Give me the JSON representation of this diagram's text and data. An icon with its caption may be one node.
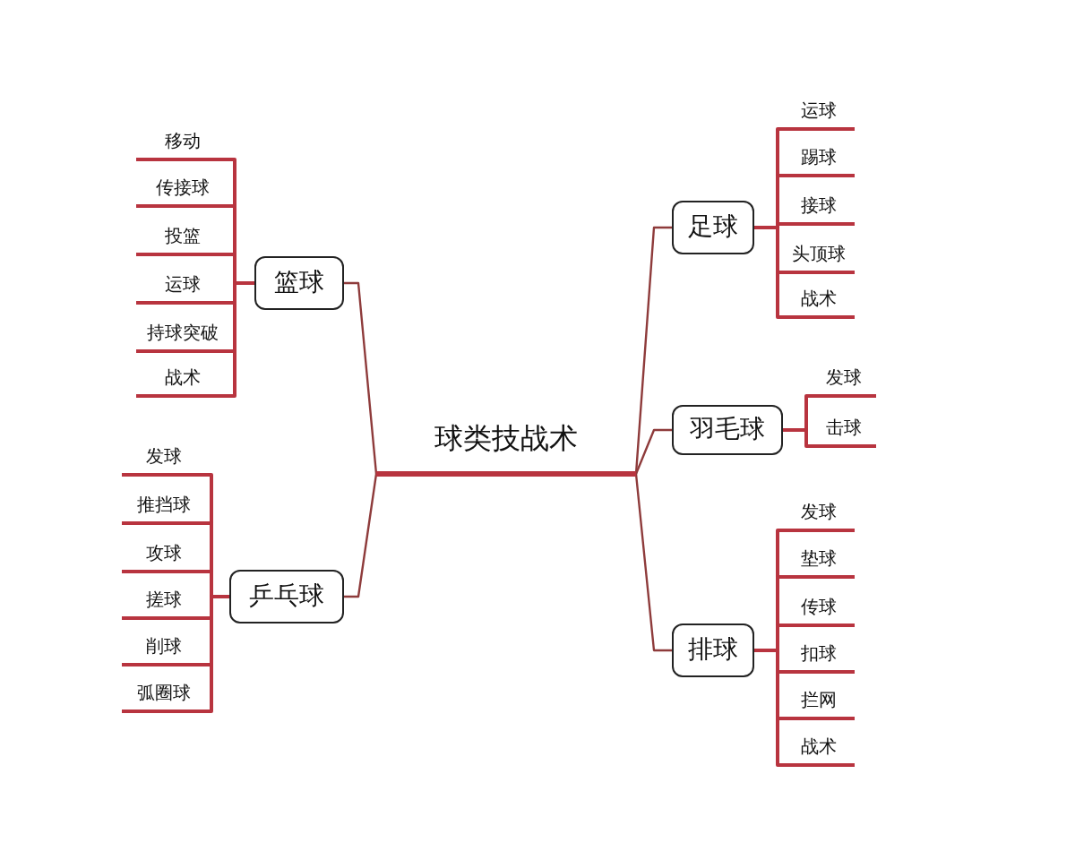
{
  "diagram": {
    "nodes": [
      {
        "text": [
          "球类技战术"
        ]
      },
      {
        "text": [
          "篮球"
        ]
      },
      {
        "text": [
          "移动"
        ]
      },
      {
        "text": [
          "传接球"
        ]
      },
      {
        "text": [
          "投篮"
        ]
      },
      {
        "text": [
          "运球"
        ]
      },
      {
        "text": [
          "持球突破"
        ]
      },
      {
        "text": [
          "战术"
        ]
      },
      {
        "text": [
          "乒乓球"
        ]
      },
      {
        "text": [
          "发球"
        ]
      },
      {
        "text": [
          "推挡球"
        ]
      },
      {
        "text": [
          "攻球"
        ]
      },
      {
        "text": [
          "搓球"
        ]
      },
      {
        "text": [
          "削球"
        ]
      },
      {
        "text": [
          "弧圈球"
        ]
      },
      {
        "text": [
          "足球"
        ]
      },
      {
        "text": [
          "运球"
        ]
      },
      {
        "text": [
          "踢球"
        ]
      },
      {
        "text": [
          "接球"
        ]
      },
      {
        "text": [
          "头顶球"
        ]
      },
      {
        "text": [
          "战术"
        ]
      },
      {
        "text": [
          "羽毛球"
        ]
      },
      {
        "text": [
          "发球"
        ]
      },
      {
        "text": [
          "击球"
        ]
      },
      {
        "text": [
          "排球"
        ]
      },
      {
        "text": [
          "发球"
        ]
      },
      {
        "text": [
          "垫球"
        ]
      },
      {
        "text": [
          "传球"
        ]
      },
      {
        "text": [
          "扣球"
        ]
      },
      {
        "text": [
          "拦网"
        ]
      },
      {
        "text": [
          "战术"
        ]
      }
    ],
    "edges": [
      {
        "from": 0,
        "to": 1,
        "arrow": "none",
        "color": "#8e3b3b"
      },
      {
        "from": 0,
        "to": 8,
        "arrow": "none",
        "color": "#8e3b3b"
      },
      {
        "from": 0,
        "to": 15,
        "arrow": "none",
        "color": "#8e3b3b"
      },
      {
        "from": 0,
        "to": 21,
        "arrow": "none",
        "color": "#8e3b3b"
      },
      {
        "from": 0,
        "to": 24,
        "arrow": "none",
        "color": "#8e3b3b"
      },
      {
        "from": 1,
        "to": 2,
        "arrow": "none"
      },
      {
        "from": 1,
        "to": 3,
        "arrow": "none"
      },
      {
        "from": 1,
        "to": 4,
        "arrow": "none"
      },
      {
        "from": 1,
        "to": 5,
        "arrow": "none"
      },
      {
        "from": 1,
        "to": 6,
        "arrow": "none"
      },
      {
        "from": 1,
        "to": 7,
        "arrow": "none"
      },
      {
        "from": 8,
        "to": 9,
        "arrow": "none"
      },
      {
        "from": 8,
        "to": 10,
        "arrow": "none"
      },
      {
        "from": 8,
        "to": 11,
        "arrow": "none"
      },
      {
        "from": 8,
        "to": 12,
        "arrow": "none"
      },
      {
        "from": 8,
        "to": 13,
        "arrow": "none"
      },
      {
        "from": 8,
        "to": 14,
        "arrow": "none"
      },
      {
        "from": 15,
        "to": 16,
        "arrow": "none"
      },
      {
        "from": 15,
        "to": 17,
        "arrow": "none"
      },
      {
        "from": 15,
        "to": 18,
        "arrow": "none"
      },
      {
        "from": 15,
        "to": 19,
        "arrow": "none"
      },
      {
        "from": 15,
        "to": 20,
        "arrow": "none"
      },
      {
        "from": 21,
        "to": 22,
        "arrow": "none"
      },
      {
        "from": 21,
        "to": 23,
        "arrow": "none"
      },
      {
        "from": 24,
        "to": 25,
        "arrow": "none"
      },
      {
        "from": 24,
        "to": 26,
        "arrow": "none"
      },
      {
        "from": 24,
        "to": 27,
        "arrow": "none"
      },
      {
        "from": 24,
        "to": 28,
        "arrow": "none"
      },
      {
        "from": 24,
        "to": 29,
        "arrow": "none"
      },
      {
        "from": 24,
        "to": 30,
        "arrow": "none"
      }
    ]
  }
}
